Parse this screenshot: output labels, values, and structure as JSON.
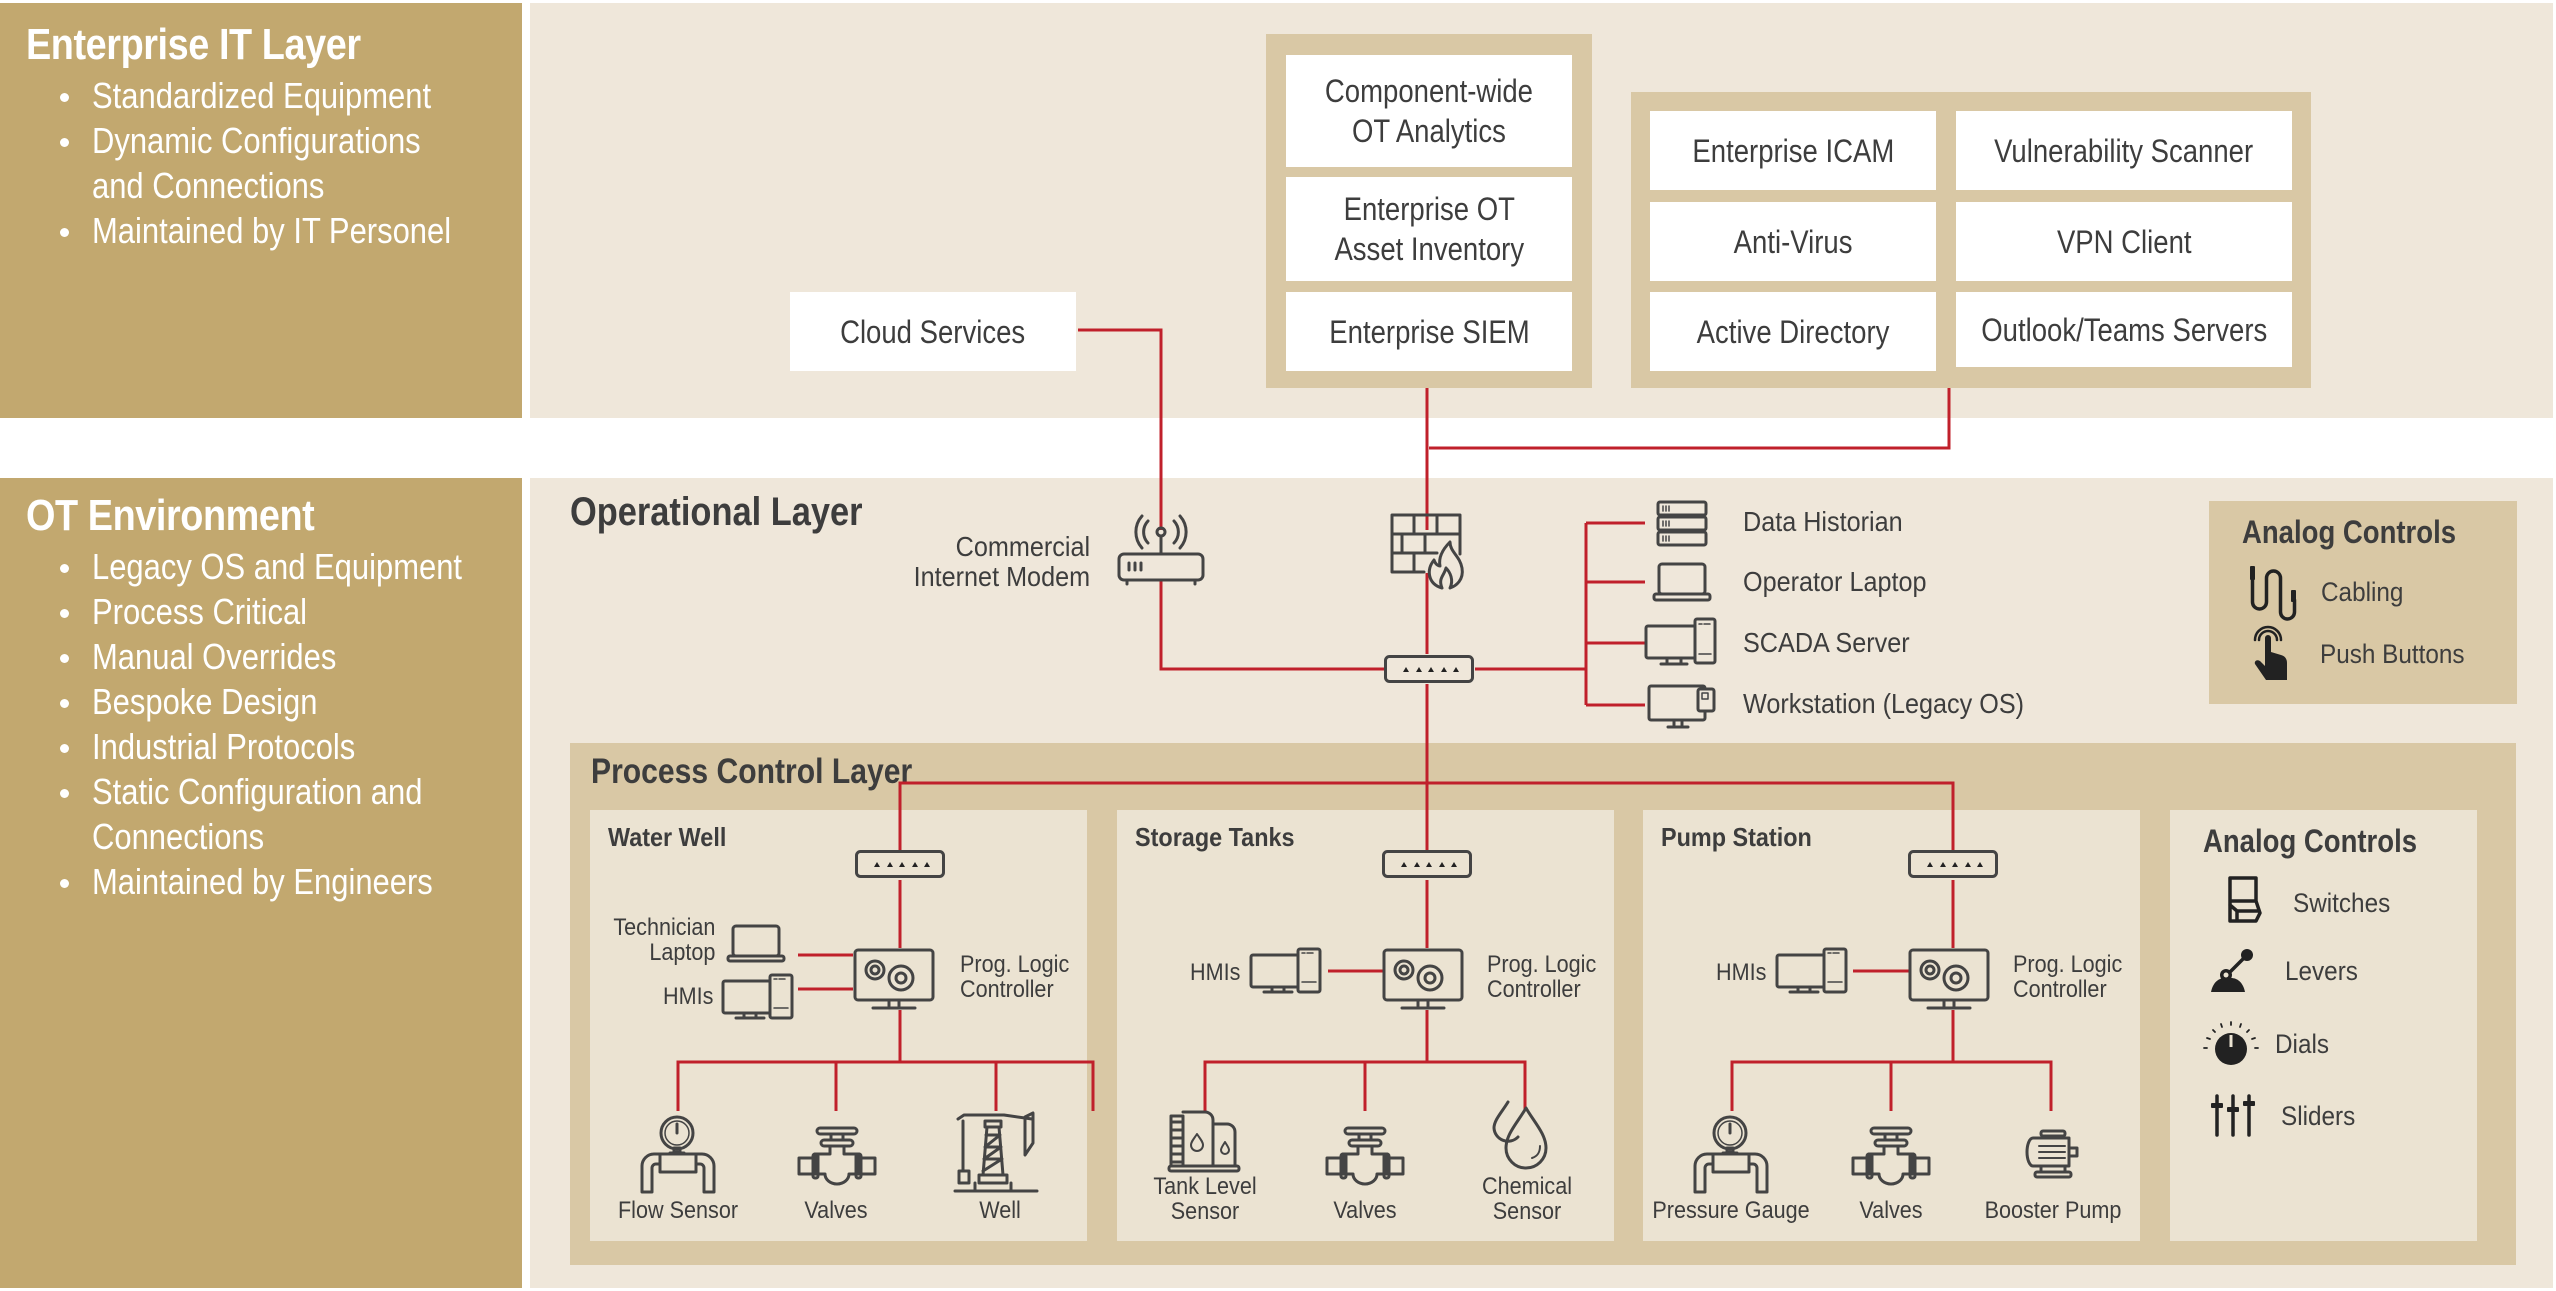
{
  "enterprise_it": {
    "title": "Enterprise IT Layer",
    "bullets": [
      "Standardized Equipment",
      "Dynamic Configurations",
      "and Connections",
      "Maintained by IT Personel"
    ],
    "cloud_services": "Cloud Services",
    "analytics_group": [
      "Component-wide\nOT Analytics",
      "Enterprise OT\nAsset Inventory",
      "Enterprise SIEM"
    ],
    "services_group": [
      "Enterprise ICAM",
      "Vulnerability Scanner",
      "Anti-Virus",
      "VPN Client",
      "Active Directory",
      "Outlook/Teams Servers"
    ]
  },
  "ot_environment": {
    "title": "OT Environment",
    "bullets": [
      "Legacy OS and Equipment",
      "Process Critical",
      "Manual Overrides",
      "Bespoke Design",
      "Industrial Protocols",
      "Static Configuration and",
      "Connections",
      "Maintained by Engineers"
    ]
  },
  "operational_layer": {
    "title": "Operational Layer",
    "modem_label": "Commercial\nInternet Modem",
    "devices": [
      {
        "label": "Data Historian",
        "icon": "server-stack-icon"
      },
      {
        "label": "Operator Laptop",
        "icon": "laptop-icon"
      },
      {
        "label": "SCADA Server",
        "icon": "desktop-tower-icon"
      },
      {
        "label": "Workstation (Legacy OS)",
        "icon": "workstation-icon"
      }
    ],
    "analog_controls": {
      "title": "Analog Controls",
      "items": [
        {
          "label": "Cabling",
          "icon": "cable-icon"
        },
        {
          "label": "Push Buttons",
          "icon": "push-button-icon"
        }
      ]
    }
  },
  "process_control_layer": {
    "title": "Process Control Layer",
    "sites": [
      {
        "name": "Water Well",
        "plc_label": "Prog. Logic\nController",
        "left_devices": [
          "Technician\nLaptop",
          "HMIs"
        ],
        "field_devices": [
          "Flow Sensor",
          "Valves",
          "Well"
        ]
      },
      {
        "name": "Storage Tanks",
        "plc_label": "Prog. Logic\nController",
        "left_devices": [
          "HMIs"
        ],
        "field_devices": [
          "Tank Level\nSensor",
          "Valves",
          "Chemical\nSensor"
        ]
      },
      {
        "name": "Pump Station",
        "plc_label": "Prog. Logic\nController",
        "left_devices": [
          "HMIs"
        ],
        "field_devices": [
          "Pressure Gauge",
          "Valves",
          "Booster Pump"
        ]
      }
    ],
    "analog_controls": {
      "title": "Analog Controls",
      "items": [
        {
          "label": "Switches",
          "icon": "switch-icon"
        },
        {
          "label": "Levers",
          "icon": "lever-icon"
        },
        {
          "label": "Dials",
          "icon": "dial-icon"
        },
        {
          "label": "Sliders",
          "icon": "sliders-icon"
        }
      ]
    }
  },
  "colors": {
    "sidebar": "#c2a86f",
    "band": "#efe7da",
    "group": "#d9c8a5",
    "subpanel": "#ebe3d2",
    "wire": "#c0202b",
    "text": "#3d3d3d"
  }
}
